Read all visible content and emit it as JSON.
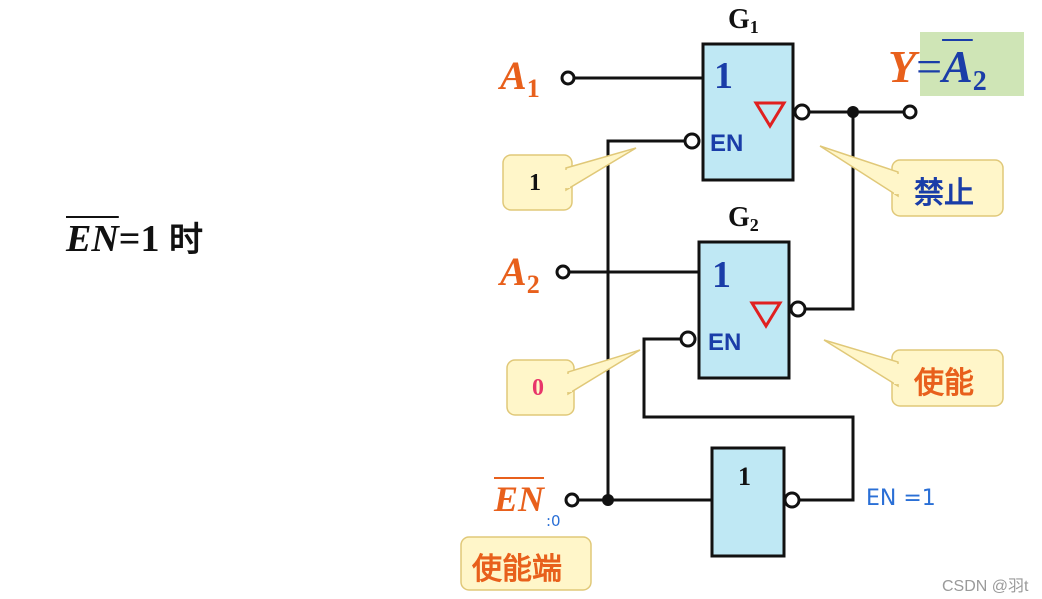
{
  "condition": {
    "en": "EN",
    "eq": "=1",
    "suffix": "时"
  },
  "inputs": {
    "a1": {
      "base": "A",
      "sub": "1"
    },
    "a2": {
      "base": "A",
      "sub": "2"
    },
    "en_bar": "EN"
  },
  "gates": {
    "g1": {
      "name": "G",
      "sub": "1",
      "symbol": "1",
      "en": "EN"
    },
    "g2": {
      "name": "G",
      "sub": "2",
      "symbol": "1",
      "en": "EN"
    },
    "inverter": {
      "symbol": "1"
    }
  },
  "output": {
    "y": "Y",
    "eq": "=",
    "a": "A",
    "sub": "2"
  },
  "callouts": {
    "g1_en_value": "1",
    "g2_en_value": "0",
    "g1_state": "禁止",
    "g2_state": "使能",
    "en_terminal": "使能端"
  },
  "annotations": {
    "en_input_value": ":0",
    "inverter_output": "EN =1"
  },
  "colors": {
    "gate_fill": "#bfe8f4",
    "label_orange": "#e8601c",
    "text_blue": "#1a3da8",
    "callout_fill": "#fff6c9",
    "callout_border": "#e0c878",
    "zero_pink": "#e8356a",
    "output_bg": "#cfe5b6"
  },
  "watermark": "CSDN @羽t"
}
